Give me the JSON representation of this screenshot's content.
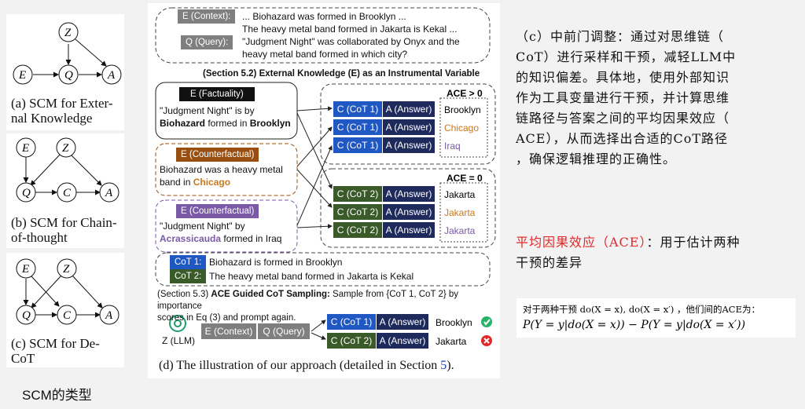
{
  "scm": {
    "a_caption": [
      "(a) SCM for Exter-",
      "nal Knowledge"
    ],
    "b_caption": [
      "(b) SCM for Chain-",
      "of-thought"
    ],
    "c_caption": [
      "(c)  SCM  for  De-",
      "CoT"
    ],
    "nodes": {
      "E": "E",
      "Z": "Z",
      "Q": "Q",
      "A": "A",
      "C": "C"
    },
    "section_label": "SCM的类型"
  },
  "figure": {
    "context_tag": "E (Context):",
    "context_text": "... Biohazard was  formed in Brooklyn ...",
    "context_text2": "The heavy metal band formed in Jakarta is Kekal ...",
    "query_tag": "Q (Query):",
    "query_text": "\"Judgment Night\" was collaborated by Onyx and the",
    "query_text2": "heavy metal band formed in which city?",
    "section52": "(Section 5.2) External Knowledge (E) as an Instrumental Variable",
    "fact_tag": "E (Factuality)",
    "fact_line1": "\"Judgment Night\" is by",
    "fact_bold1": "Biohazard",
    "fact_mid": " formed in ",
    "fact_bold2": "Brooklyn",
    "cf1_tag": "E (Counterfactual)",
    "cf1_line1": "Biohazard was a heavy metal",
    "cf1_line2a": "band in ",
    "cf1_line2b": "Chicago",
    "cf2_tag": "E (Counterfactual)",
    "cf2_line1": "\"Judgment Night\" by",
    "cf2_bold": "Acrassicauda",
    "cf2_rest": " formed in Iraq",
    "cot1": "C (CoT 1)",
    "cot2": "C (CoT 2)",
    "answer": "A (Answer)",
    "ace_pos": "ACE > 0",
    "ace_zero": "ACE = 0",
    "res_top": [
      "Brooklyn",
      "Chicago",
      "Iraq"
    ],
    "res_bottom": [
      "Jakarta",
      "Jakarta",
      "Jakarta"
    ],
    "cot1_label": "CoT 1:",
    "cot1_text": "Biohazard is formed in Brooklyn",
    "cot2_label": "CoT 2:",
    "cot2_text": "The heavy metal band formed in Jakarta is Kekal",
    "section53_a": "(Section 5.3) ",
    "section53_b": "ACE Guided CoT Sampling:",
    "section53_c": " Sample from {CoT 1, CoT 2} by importance",
    "section53_d": "scores in Eq (3) and prompt again.",
    "llm_label": "Z (LLM)",
    "e_context": "E (Context)",
    "q_query": "Q (Query)",
    "final_cot1": "C (CoT 1)",
    "final_cot2": "C (CoT 2)",
    "final_ans1": "Brooklyn",
    "final_ans2": "Jakarta",
    "caption_a": "(d) The illustration of our approach (detailed in Section ",
    "caption_num": "5",
    "caption_b": ")."
  },
  "right": {
    "para_lines": [
      "（c）中前门调整：通过对思维链（",
      "CoT）进行采样和干预，减轻LLM中",
      "的知识偏差。具体地，使用外部知识",
      "作为工具变量进行干预，并计算思维",
      "链路径与答案之间的平均因果效应（",
      "ACE），从而选择出合适的CoT路径",
      "，确保逻辑推理的正确性。"
    ],
    "ace_red": "平均因果效应（ACE）",
    "ace_rest": "：用于估计两种",
    "ace_line2": "干预的差异",
    "formula_line1": "对于两种干预 do(X = x), do(X = x′) ，他们间的ACE为：",
    "formula_line2": "P(Y = y|do(X = x)) − P(Y = y|do(X = x′))"
  },
  "colors": {
    "black_tag": "#111111",
    "brown": "#9a4f12",
    "purple": "#7a5aa6",
    "blue": "#1f57c3",
    "navy": "#1f2a5c",
    "green": "#3b5a2a",
    "gray": "#7f7f7f",
    "red_text": "#e0282b"
  }
}
